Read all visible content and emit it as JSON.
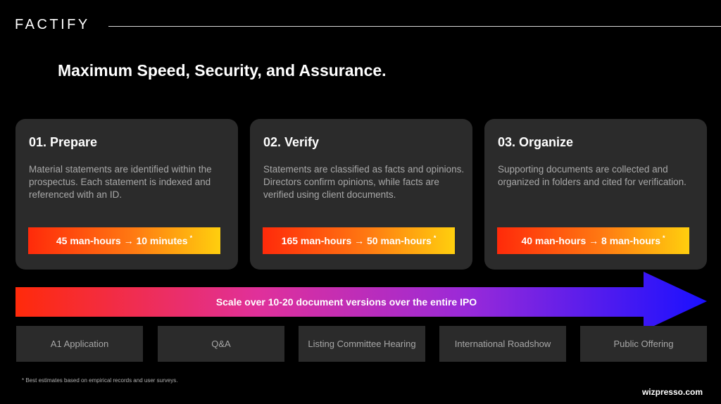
{
  "header": {
    "logo_text": "FACTIFY",
    "headline": "Maximum Speed, Security, and Assurance."
  },
  "steps": [
    {
      "title": "01. Prepare",
      "description": "Material statements are identified within the prospectus. Each statement is indexed and referenced with an ID.",
      "metric": "45 man-hours → 10 minutes",
      "marker": "*"
    },
    {
      "title": "02. Verify",
      "description": "Statements are classified as facts and opinions. Directors confirm opinions, while facts are verified using client documents.",
      "metric": "165 man-hours → 50 man-hours",
      "marker": "*"
    },
    {
      "title": "03. Organize",
      "description": "Supporting documents are collected and organized in folders and cited for verification.",
      "metric": "40 man-hours → 8 man-hours",
      "marker": "*"
    }
  ],
  "scale_arrow": {
    "label": "Scale over 10-20 document versions over the entire IPO",
    "colors": [
      "#ff2a0a",
      "#e0309a",
      "#9a2ad8",
      "#1a10ff"
    ]
  },
  "stages": [
    "A1 Application",
    "Q&A",
    "Listing Committee Hearing",
    "International Roadshow",
    "Public Offering"
  ],
  "footer": {
    "footnote": "* Best estimates based on empirical records and user surveys.",
    "website": "wizpresso.com"
  },
  "colors": {
    "background": "#000000",
    "card": "#2b2b2b",
    "metric_gradient_start": "#ff2a0a",
    "metric_gradient_end": "#ffcf0e"
  }
}
